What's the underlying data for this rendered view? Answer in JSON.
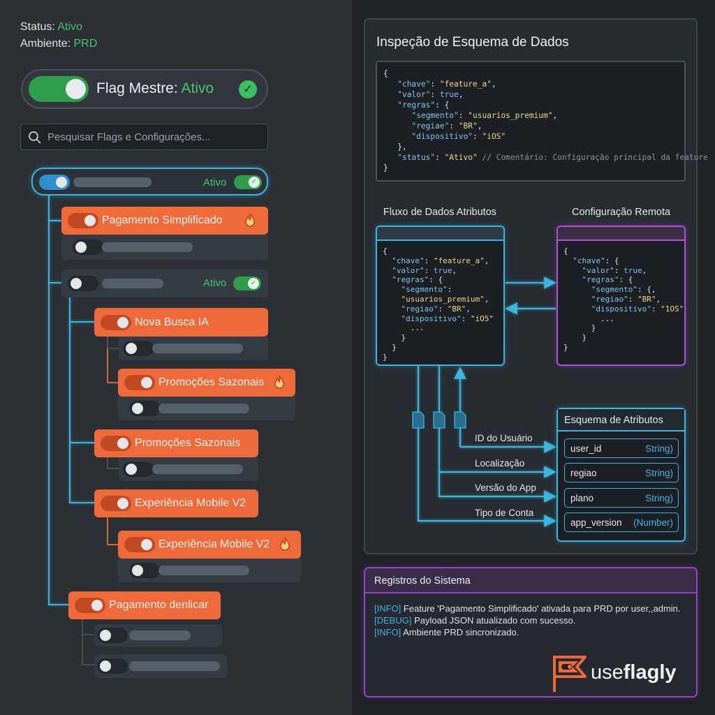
{
  "status": {
    "label": "Status:",
    "value": "Ativo"
  },
  "environment": {
    "label": "Ambiente:",
    "value": "PRD"
  },
  "master_flag": {
    "label": "Flag Mestre:",
    "value": "Ativo"
  },
  "search": {
    "placeholder": "Pesquisar Flags e Configurações..."
  },
  "tree": {
    "root_status": "Ativo",
    "group2_status": "Ativo",
    "flags": [
      "Pagamento Simplificado",
      "Nova Busca IA",
      "Promoções Sazonais",
      "Promoções Sazonais",
      "Experiência Mobile V2",
      "Experiência Mobile V2",
      "Pagamento denlicar"
    ]
  },
  "inspector": {
    "title": "Inspeção de Esquema de Dados",
    "code": {
      "chave_key": "\"chave\"",
      "chave_val": "\"feature_a\"",
      "valor_key": "\"valor\"",
      "valor_val": "true",
      "regras_key": "\"regras\"",
      "segmento_key": "\"segmento\"",
      "segmento_val": "\"usuarios_premium\"",
      "regiao_key": "\"regiae\"",
      "regiao_val": "\"BR\"",
      "disp_key": "\"dispositivo\"",
      "disp_val": "\"iOS\"",
      "status_key": "\"status\"",
      "status_val": "\"Ativo\"",
      "comment": "// Comentário: Configuração principal da feature"
    },
    "flow_title": "Fluxo de Dados Atributos",
    "remote_title": "Configuração Remota",
    "flow_code": {
      "chave_key": "\"chave\"",
      "chave_val": "\"feature_a\"",
      "valor_key": "\"valor\"",
      "valor_val": "true",
      "regras_key": "\"regras\"",
      "segmento_key": "\"segmento\"",
      "segmento_val": "\"usuarios_premium\"",
      "regiao_key": "\"regiao\"",
      "regiao_val": "\"BR\"",
      "disp_key": "\"dispositivo\"",
      "disp_val": "\"iO5\""
    },
    "remote_code": {
      "chave_key": "\"chave\"",
      "valor_key": "\"valor\"",
      "valor_val": "true",
      "regras_key": "\"regras\"",
      "segmento_key": "\"segmento\"",
      "regiao_key": "\"regiao\"",
      "regiao_val": "\"BR\"",
      "disp_key": "\"dispositivo\"",
      "disp_val": "\"1OS\""
    },
    "flow_labels": [
      "ID do Usuário",
      "Localização",
      "Versão do App",
      "Tipo de Conta"
    ],
    "schema": {
      "title": "Esquema de Atributos",
      "attributes": [
        {
          "name": "user_id",
          "type": "String)"
        },
        {
          "name": "regiao",
          "type": "String)"
        },
        {
          "name": "plano",
          "type": "String)"
        },
        {
          "name": "app_version",
          "type": "(Number)"
        }
      ]
    }
  },
  "logs": {
    "title": "Registros do Sistema",
    "entries": [
      {
        "level": "[INFO]",
        "message": " Feature 'Pagamento Simplificado' ativada para PRD por user,,admin."
      },
      {
        "level": "[DEBUG]",
        "message": " Payload JSON atualizado com sucesso."
      },
      {
        "level": "[INFO]",
        "message": " Ambiente PRD sincronizado."
      }
    ]
  },
  "brand": {
    "prefix": "use",
    "suffix": "flagly"
  },
  "colors": {
    "accent_orange": "#ee6a3a",
    "accent_cyan": "#3ab6e0",
    "accent_purple": "#b24fd8",
    "active_green": "#4cc46a"
  },
  "icons": [
    "search-icon",
    "check-icon",
    "fire-icon",
    "toggle-icon",
    "document-icon",
    "arrow-right-icon",
    "arrow-left-icon",
    "arrow-up-icon",
    "useflagly-logo"
  ]
}
